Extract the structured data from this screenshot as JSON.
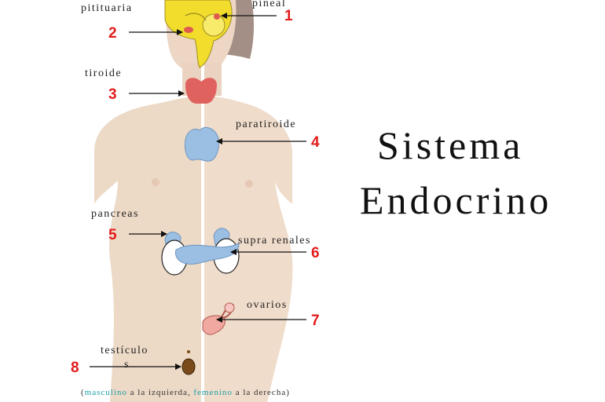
{
  "title": {
    "line1": "Sistema",
    "line2": "Endocrino"
  },
  "glands": [
    {
      "number": "1",
      "label": "pineal"
    },
    {
      "number": "2",
      "label": "pitituaria"
    },
    {
      "number": "3",
      "label": "tiroide"
    },
    {
      "number": "4",
      "label": "paratiroide"
    },
    {
      "number": "5",
      "label": "pancreas"
    },
    {
      "number": "6",
      "label": "supra renales"
    },
    {
      "number": "7",
      "label": "ovarios"
    },
    {
      "number": "8",
      "label_line1": "testículo",
      "label_line2": "s"
    }
  ],
  "caption": {
    "open": "(",
    "male_word": "masculino",
    "middle": " a la izquierda, ",
    "female_word": "femenino",
    "end": " a la derecha)"
  },
  "colors": {
    "number": "#e21b1b",
    "caption_highlight": "#1a9ea8",
    "skin_left": "#ecd9c6",
    "skin_right": "#f0dccb",
    "brain": "#f2dd2c",
    "thyroid": "#e0625f",
    "gland_blue": "#9bbfe3"
  }
}
